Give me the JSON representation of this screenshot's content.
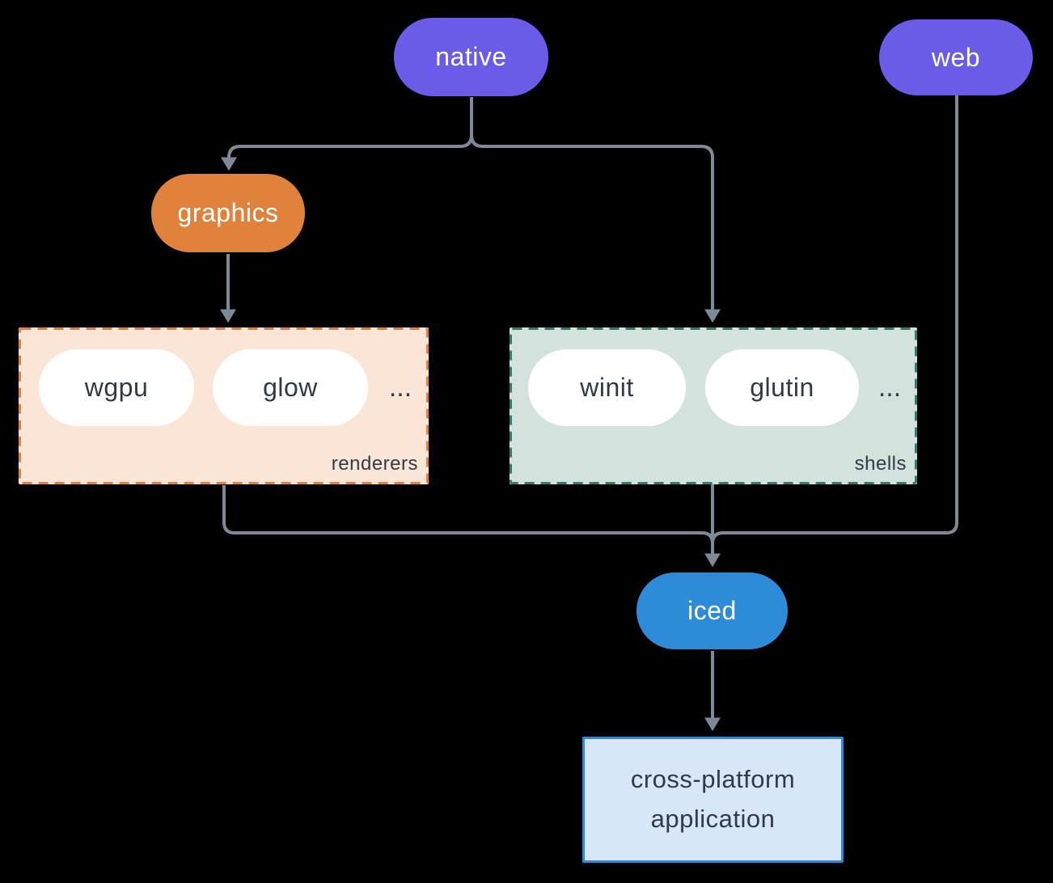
{
  "colors": {
    "background": "#000000",
    "purple": "#6A5BE8",
    "orange": "#E0823C",
    "blue": "#2E8BD8",
    "peach": "#FAE5D6",
    "sage": "#D4E2DD",
    "teal": "#2E7D6E",
    "lightblue": "#D7E7F7",
    "ink": "#2F3B47",
    "line": "#7E8A97",
    "white": "#FFFFFF"
  },
  "nodes": {
    "native": {
      "label": "native"
    },
    "web": {
      "label": "web"
    },
    "graphics": {
      "label": "graphics"
    },
    "iced": {
      "label": "iced"
    },
    "application": {
      "line1": "cross-platform",
      "line2": "application"
    }
  },
  "groups": {
    "renderers": {
      "label": "renderers",
      "ellipsis": "...",
      "items": [
        {
          "label": "wgpu"
        },
        {
          "label": "glow"
        }
      ]
    },
    "shells": {
      "label": "shells",
      "ellipsis": "...",
      "items": [
        {
          "label": "winit"
        },
        {
          "label": "glutin"
        }
      ]
    }
  }
}
